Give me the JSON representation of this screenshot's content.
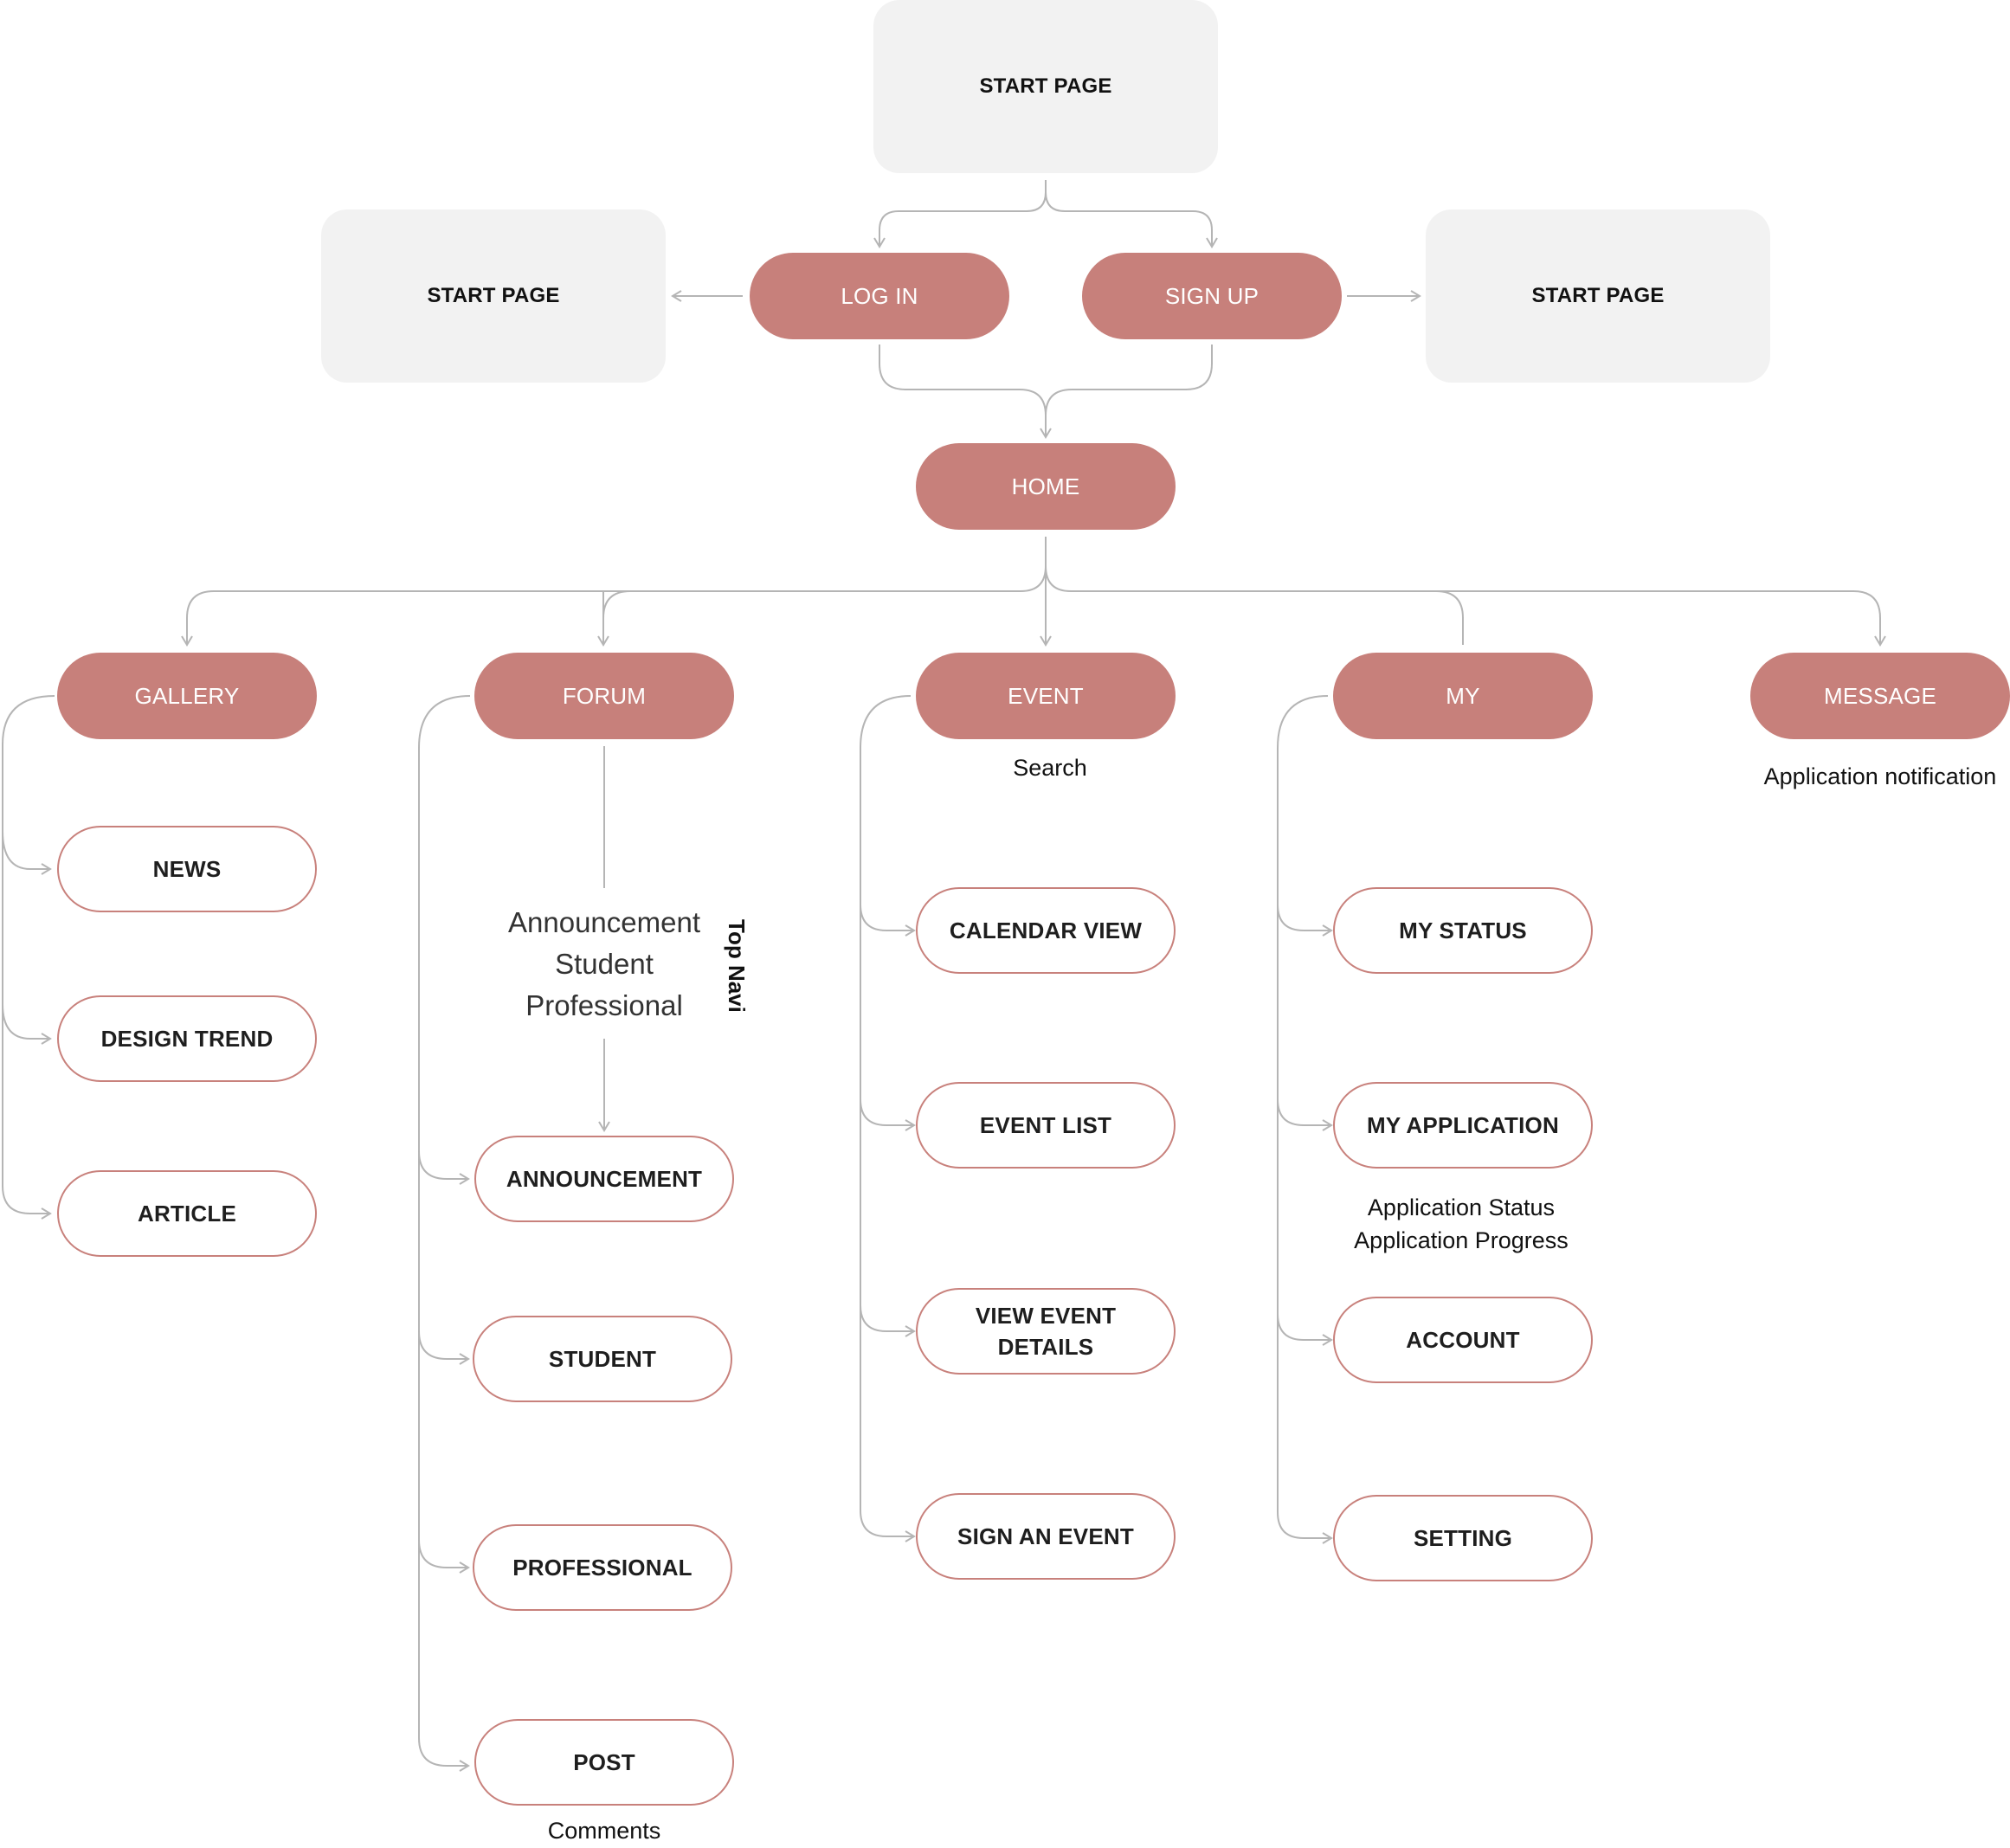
{
  "colors": {
    "primary": "#c7807b",
    "outline": "#c8817c",
    "gray_box": "#f2f2f2",
    "connector": "#b5b5b5"
  },
  "nodes": {
    "start_top": "START PAGE",
    "start_left": "START PAGE",
    "start_right": "START PAGE",
    "login": "LOG IN",
    "signup": "SIGN UP",
    "home": "HOME",
    "gallery": "GALLERY",
    "forum": "FORUM",
    "event": "EVENT",
    "my": "MY",
    "message": "MESSAGE",
    "news": "NEWS",
    "design_trend": "DESIGN TREND",
    "article": "ARTICLE",
    "announcement": "ANNOUNCEMENT",
    "student": "STUDENT",
    "professional": "PROFESSIONAL",
    "post": "POST",
    "calendar_view": "CALENDAR VIEW",
    "event_list": "EVENT LIST",
    "view_event_details_1": "VIEW EVENT",
    "view_event_details_2": "DETAILS",
    "sign_an_event": "SIGN AN EVENT",
    "my_status": "MY STATUS",
    "my_application": "MY APPLICATION",
    "account": "ACCOUNT",
    "setting": "SETTING"
  },
  "notes": {
    "event_search": "Search",
    "message_note": "Application notification",
    "forum_topnav_1": "Announcement",
    "forum_topnav_2": "Student",
    "forum_topnav_3": "Professional",
    "forum_topnav_label": "Top Navi",
    "application_status": "Application Status",
    "application_progress": "Application Progress",
    "post_comments": "Comments"
  }
}
